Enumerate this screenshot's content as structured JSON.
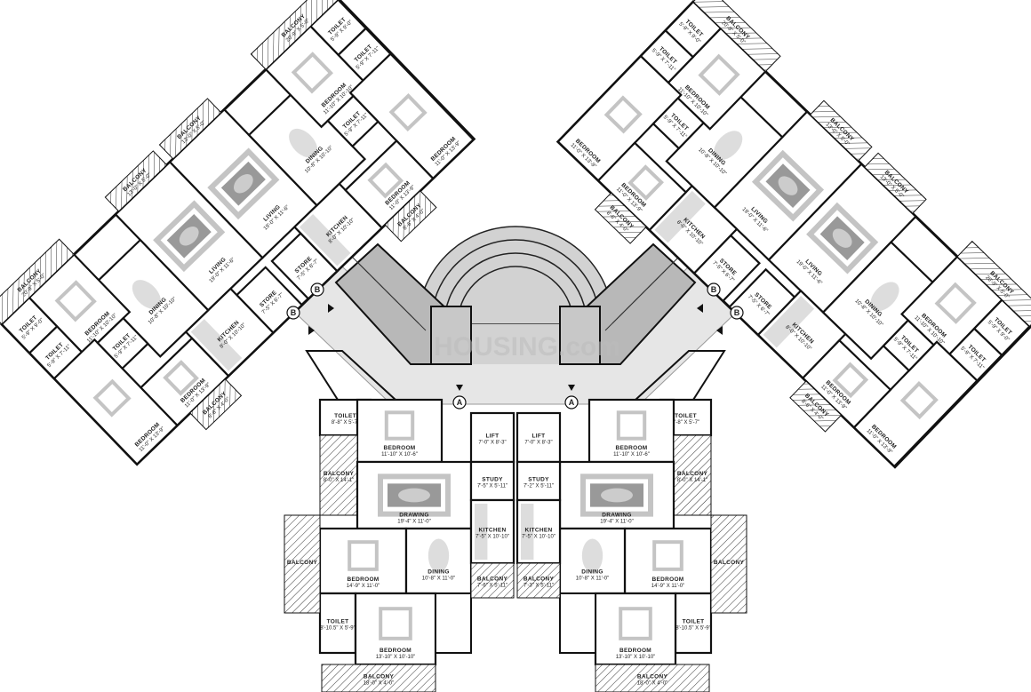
{
  "watermark": "HOUSING.com",
  "markers": {
    "a": "A",
    "b": "B"
  },
  "colors": {
    "wall": "#111111",
    "lobby": "#e6e6e6",
    "core": "#b8b8b8",
    "furniture": "#c4c4c4"
  },
  "bottom_left_unit": {
    "rooms": [
      {
        "name": "TOILET",
        "size": "8'-8\" X 5'-7\""
      },
      {
        "name": "BEDROOM",
        "size": "11'-10\" X 10'-6\""
      },
      {
        "name": "BALCONY",
        "size": "8'-0\" X 14'-1\""
      },
      {
        "name": "DRAWING",
        "size": "19'-4\" X 11'-0\""
      },
      {
        "name": "BEDROOM",
        "size": "14'-9\" X 11'-0\""
      },
      {
        "name": "DINING",
        "size": "10'-8\" X 11'-0\""
      },
      {
        "name": "TOILET",
        "size": "8'-10.5\" X 5'-9\""
      },
      {
        "name": "BEDROOM",
        "size": "13'-10\" X 10'-10\""
      },
      {
        "name": "BALCONY",
        "size": "18'-0\" X 4'-0\""
      },
      {
        "name": "BALCONY",
        "size": ""
      }
    ]
  },
  "bottom_right_unit": {
    "rooms": [
      {
        "name": "TOILET",
        "size": "8'-8\" X 5'-7\""
      },
      {
        "name": "BEDROOM",
        "size": "11'-10\" X 10'-6\""
      },
      {
        "name": "BALCONY",
        "size": "8'-0\" X 14'-1\""
      },
      {
        "name": "DRAWING",
        "size": "19'-4\" X 11'-0\""
      },
      {
        "name": "BEDROOM",
        "size": "14'-9\" X 11'-0\""
      },
      {
        "name": "DINING",
        "size": "10'-8\" X 11'-0\""
      },
      {
        "name": "TOILET",
        "size": "8'-10.5\" X 5'-9\""
      },
      {
        "name": "BEDROOM",
        "size": "13'-10\" X 10'-10\""
      },
      {
        "name": "BALCONY",
        "size": "18'-0\" X 4'-0\""
      },
      {
        "name": "BALCONY",
        "size": ""
      }
    ]
  },
  "core_left": {
    "rooms": [
      {
        "name": "LIFT",
        "size": "7'-0\" X 8'-3\""
      },
      {
        "name": "STUDY",
        "size": "7'-5\" X 5'-11\""
      },
      {
        "name": "KITCHEN",
        "size": "7'-5\" X 10'-10\""
      },
      {
        "name": "BALCONY",
        "size": "7'-6\" X 5'-11\""
      }
    ]
  },
  "core_right": {
    "rooms": [
      {
        "name": "LIFT",
        "size": "7'-0\" X 8'-3\""
      },
      {
        "name": "STUDY",
        "size": "7'-2\" X 5'-11\""
      },
      {
        "name": "KITCHEN",
        "size": "7'-5\" X 10'-10\""
      },
      {
        "name": "BALCONY",
        "size": "7'-3\" X 5'-11\""
      }
    ]
  },
  "wing_unit": {
    "rooms": [
      {
        "name": "LIVING",
        "size": "19'-0\" X 11'-6\""
      },
      {
        "name": "STORE",
        "size": "7'-5\" X 6'-7\""
      },
      {
        "name": "KITCHEN",
        "size": "8'-0\" X 10'-10\""
      },
      {
        "name": "DINING",
        "size": "10'-8\" X 10'-10\""
      },
      {
        "name": "BEDROOM",
        "size": "11'-10\" X 10'-10\""
      },
      {
        "name": "TOILET",
        "size": "5'-9\" X 9'-0\""
      },
      {
        "name": "TOILET",
        "size": "5'-9\" X 7'-11\""
      },
      {
        "name": "BEDROOM",
        "size": "11'-0\" X 13'-9\""
      },
      {
        "name": "TOILET",
        "size": "5'-9\" X 7'-11\""
      },
      {
        "name": "BEDROOM",
        "size": "11'-0\" X 13'-9\""
      },
      {
        "name": "BALCONY",
        "size": "20'-9\" X 5'-0\""
      },
      {
        "name": "BALCONY",
        "size": "13'-0\" X 5'-0\""
      },
      {
        "name": "BALCONY",
        "size": "8'-6\" X 4'-0\""
      }
    ]
  }
}
